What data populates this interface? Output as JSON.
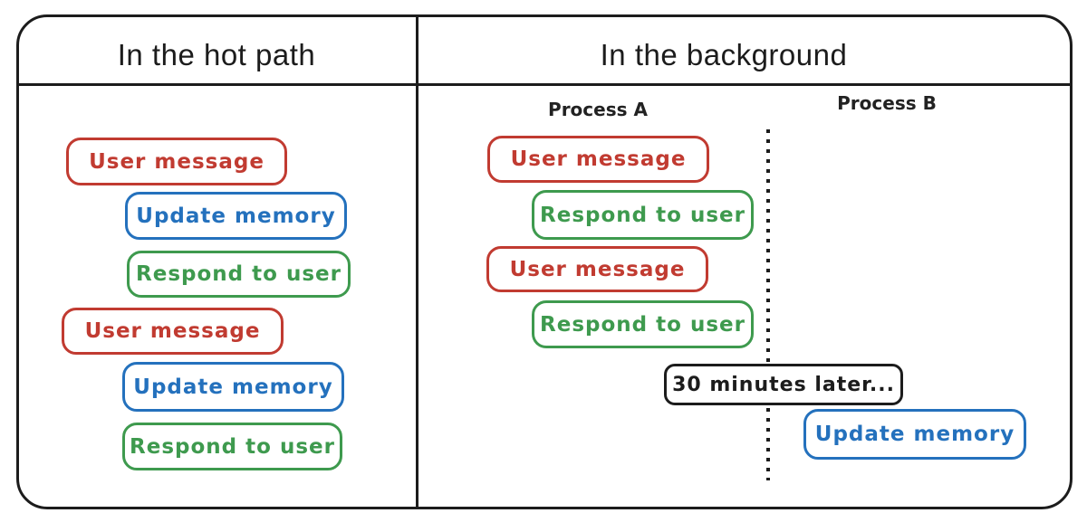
{
  "panels": {
    "left": {
      "title": "In the hot path",
      "events": [
        {
          "label": "User message",
          "color": "red"
        },
        {
          "label": "Update memory",
          "color": "blue"
        },
        {
          "label": "Respond to user",
          "color": "green"
        },
        {
          "label": "User message",
          "color": "red"
        },
        {
          "label": "Update memory",
          "color": "blue"
        },
        {
          "label": "Respond to user",
          "color": "green"
        }
      ]
    },
    "right": {
      "title": "In the background",
      "process_a_label": "Process A",
      "process_b_label": "Process B",
      "events": [
        {
          "label": "User message",
          "color": "red",
          "process": "A"
        },
        {
          "label": "Respond to user",
          "color": "green",
          "process": "A"
        },
        {
          "label": "User message",
          "color": "red",
          "process": "A"
        },
        {
          "label": "Respond to user",
          "color": "green",
          "process": "A"
        },
        {
          "label": "30 minutes later...",
          "color": "black",
          "process": "divider"
        },
        {
          "label": "Update memory",
          "color": "blue",
          "process": "B"
        }
      ]
    }
  },
  "colors": {
    "red": "#c13b31",
    "blue": "#2471bd",
    "green": "#3e9a4e",
    "black": "#1c1c1c",
    "frame": "#1c1c1c"
  }
}
